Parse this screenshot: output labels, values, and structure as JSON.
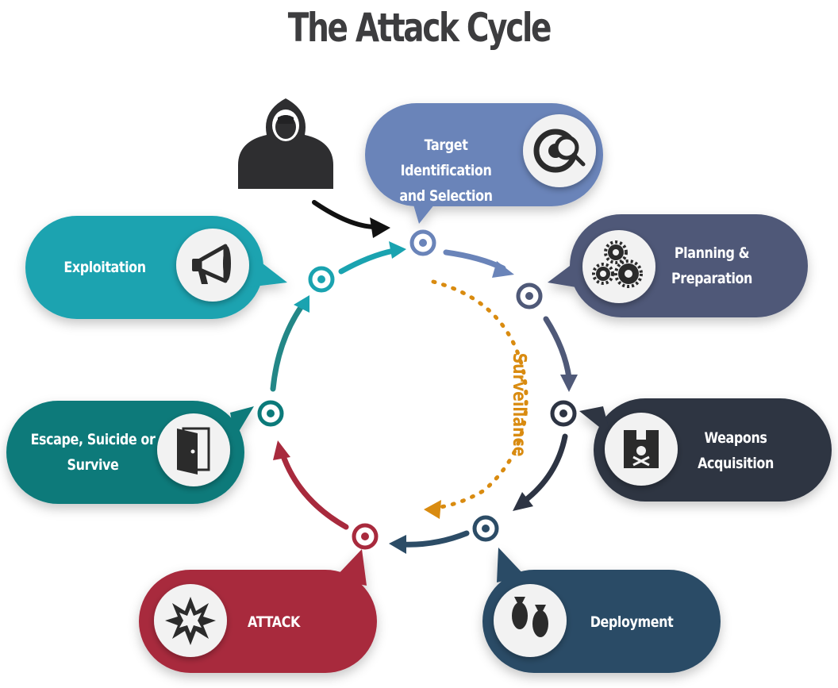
{
  "title": "The Attack Cycle",
  "cycle_label": "Surveillance",
  "stages": [
    {
      "id": "target",
      "label": "Target Identification\nand Selection",
      "icon": "target-search-icon",
      "color": "#6a84b9"
    },
    {
      "id": "planning",
      "label": "Planning &\nPreparation",
      "icon": "gears-icon",
      "color": "#4f5978"
    },
    {
      "id": "weapons",
      "label": "Weapons\nAcquisition",
      "icon": "hazard-box-icon",
      "color": "#2d3443"
    },
    {
      "id": "deployment",
      "label": "Deployment",
      "icon": "bombs-icon",
      "color": "#2c4c66"
    },
    {
      "id": "attack",
      "label": "ATTACK",
      "icon": "explosion-icon",
      "color": "#a82a3d"
    },
    {
      "id": "escape",
      "label": "Escape, Suicide or\nSurvive",
      "icon": "door-icon",
      "color": "#0b7a7a"
    },
    {
      "id": "exploitation",
      "label": "Exploitation",
      "icon": "megaphone-icon",
      "color": "#1aa3b0"
    }
  ],
  "colors": {
    "title": "#3d3d3f",
    "surveillance": "#d98b10",
    "attacker": "#2e2e30"
  }
}
